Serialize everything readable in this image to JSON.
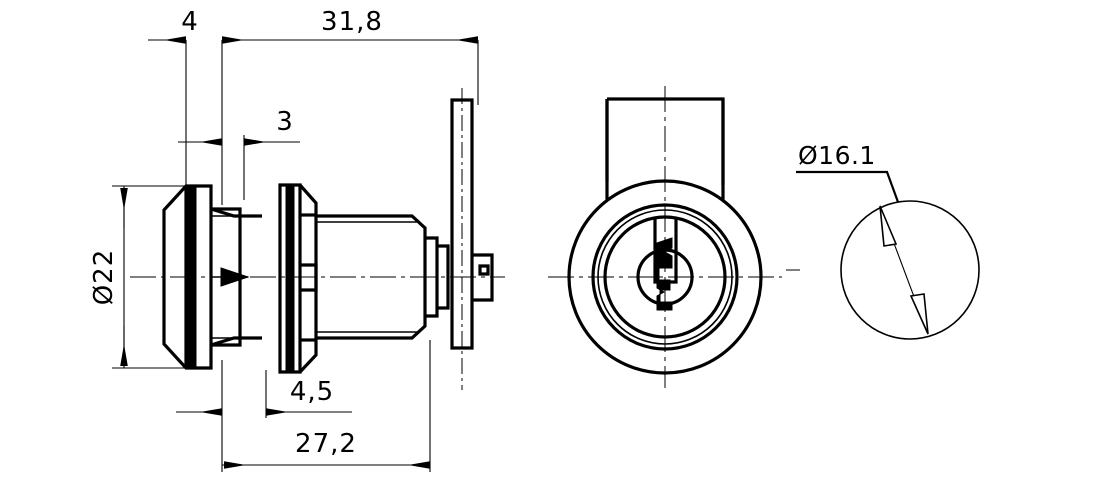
{
  "document": {
    "kind": "technical-drawing",
    "subject": "cam-lock-cylinder",
    "background_color": "#ffffff",
    "line_color": "#000000"
  },
  "dimensions": {
    "top_small": "4",
    "top_large": "31,8",
    "mid_small": "3",
    "left_vertical": "Ø22",
    "bottom_small": "4,5",
    "bottom_large": "27,2",
    "circle_diameter": "Ø16.1"
  },
  "views": {
    "side": {
      "name": "side-section-view"
    },
    "front": {
      "name": "front-view"
    },
    "detail": {
      "name": "bore-detail-view"
    }
  }
}
